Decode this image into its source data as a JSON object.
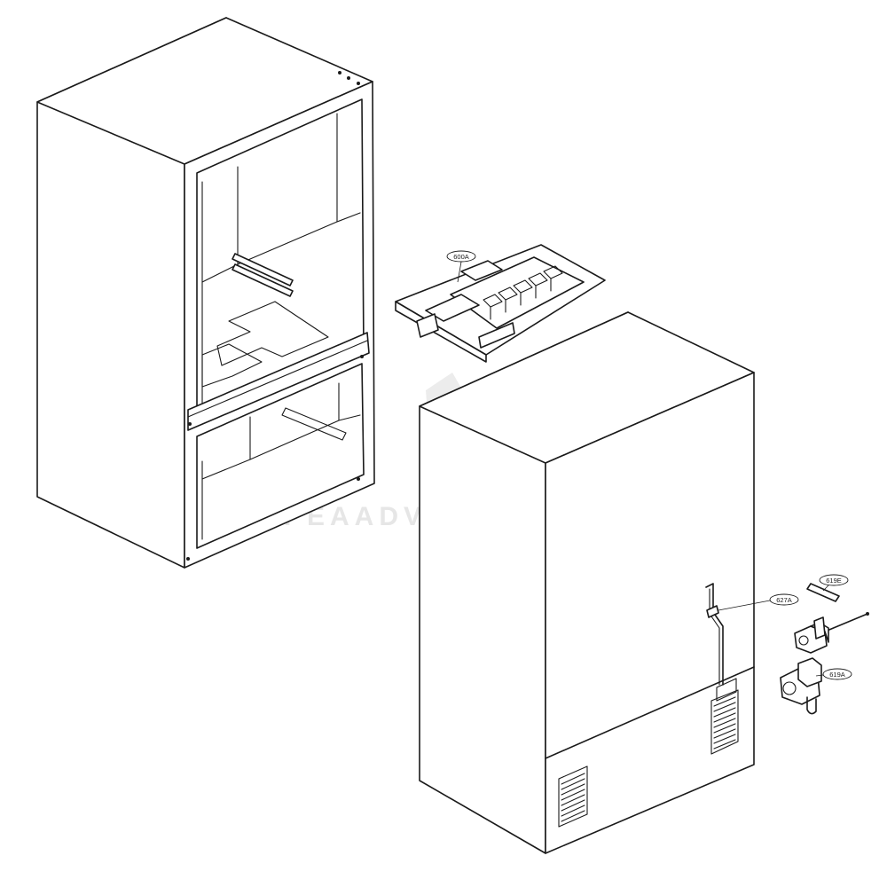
{
  "callouts": {
    "ice_maker": "600A",
    "tube_clamp": "627A",
    "filter_strip": "619E",
    "water_valve": "619A"
  },
  "watermark": {
    "text": "PEAADVENTURES"
  }
}
